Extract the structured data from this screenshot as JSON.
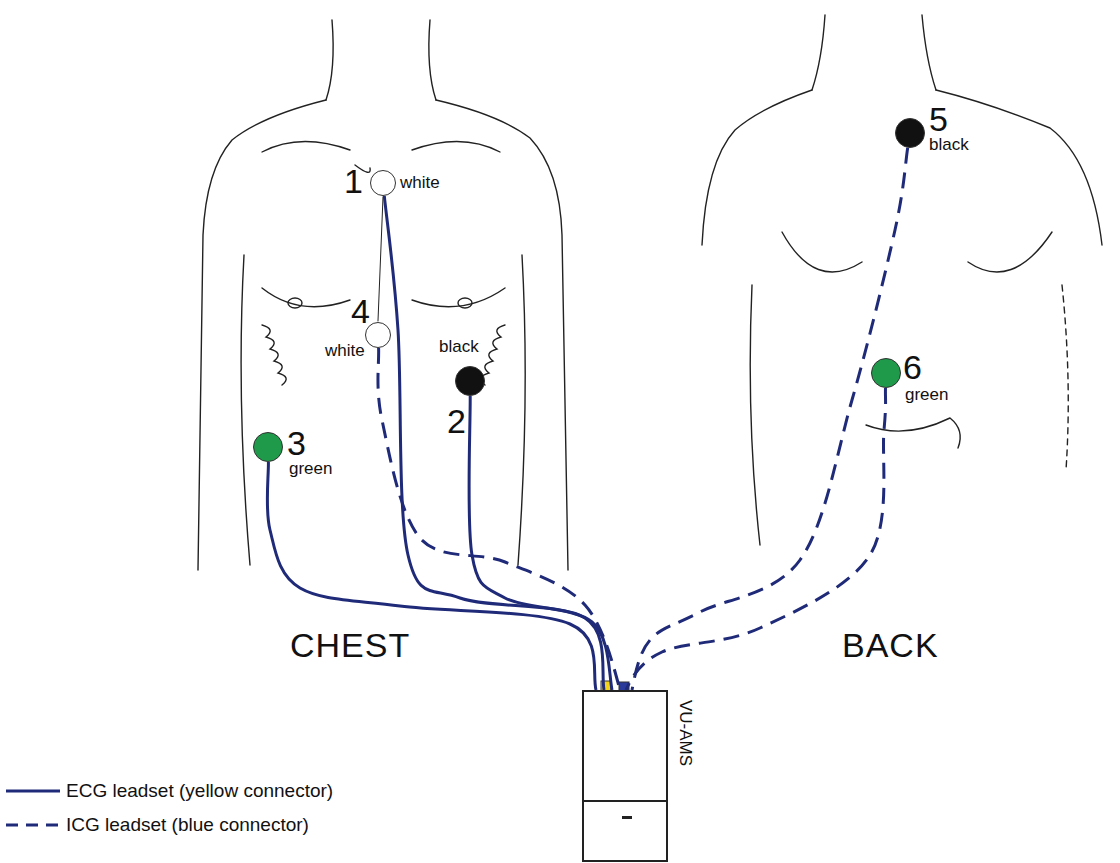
{
  "diagram": {
    "nodes": [
      {
        "text": [
          "1",
          "white"
        ]
      },
      {
        "text": [
          "2",
          "black"
        ]
      },
      {
        "text": [
          "3",
          "green"
        ]
      },
      {
        "text": [
          "4",
          "white"
        ]
      },
      {
        "text": [
          "5",
          "black"
        ]
      },
      {
        "text": [
          "6",
          "green"
        ]
      },
      {
        "text": [
          "VU-AMS"
        ]
      }
    ],
    "edges": [
      {
        "from": 0,
        "to": 6,
        "arrow": "none"
      },
      {
        "from": 1,
        "to": 6,
        "arrow": "none"
      },
      {
        "from": 2,
        "to": 6,
        "arrow": "none"
      },
      {
        "from": 3,
        "to": 6,
        "arrow": "none"
      },
      {
        "from": 4,
        "to": 6,
        "arrow": "none"
      },
      {
        "from": 5,
        "to": 6,
        "arrow": "none"
      }
    ],
    "labels": [
      "CHEST",
      "BACK"
    ],
    "legend": [
      {
        "text": "ECG leadset (yellow connector)"
      },
      {
        "text": "ICG leadset (blue connector)"
      }
    ]
  }
}
